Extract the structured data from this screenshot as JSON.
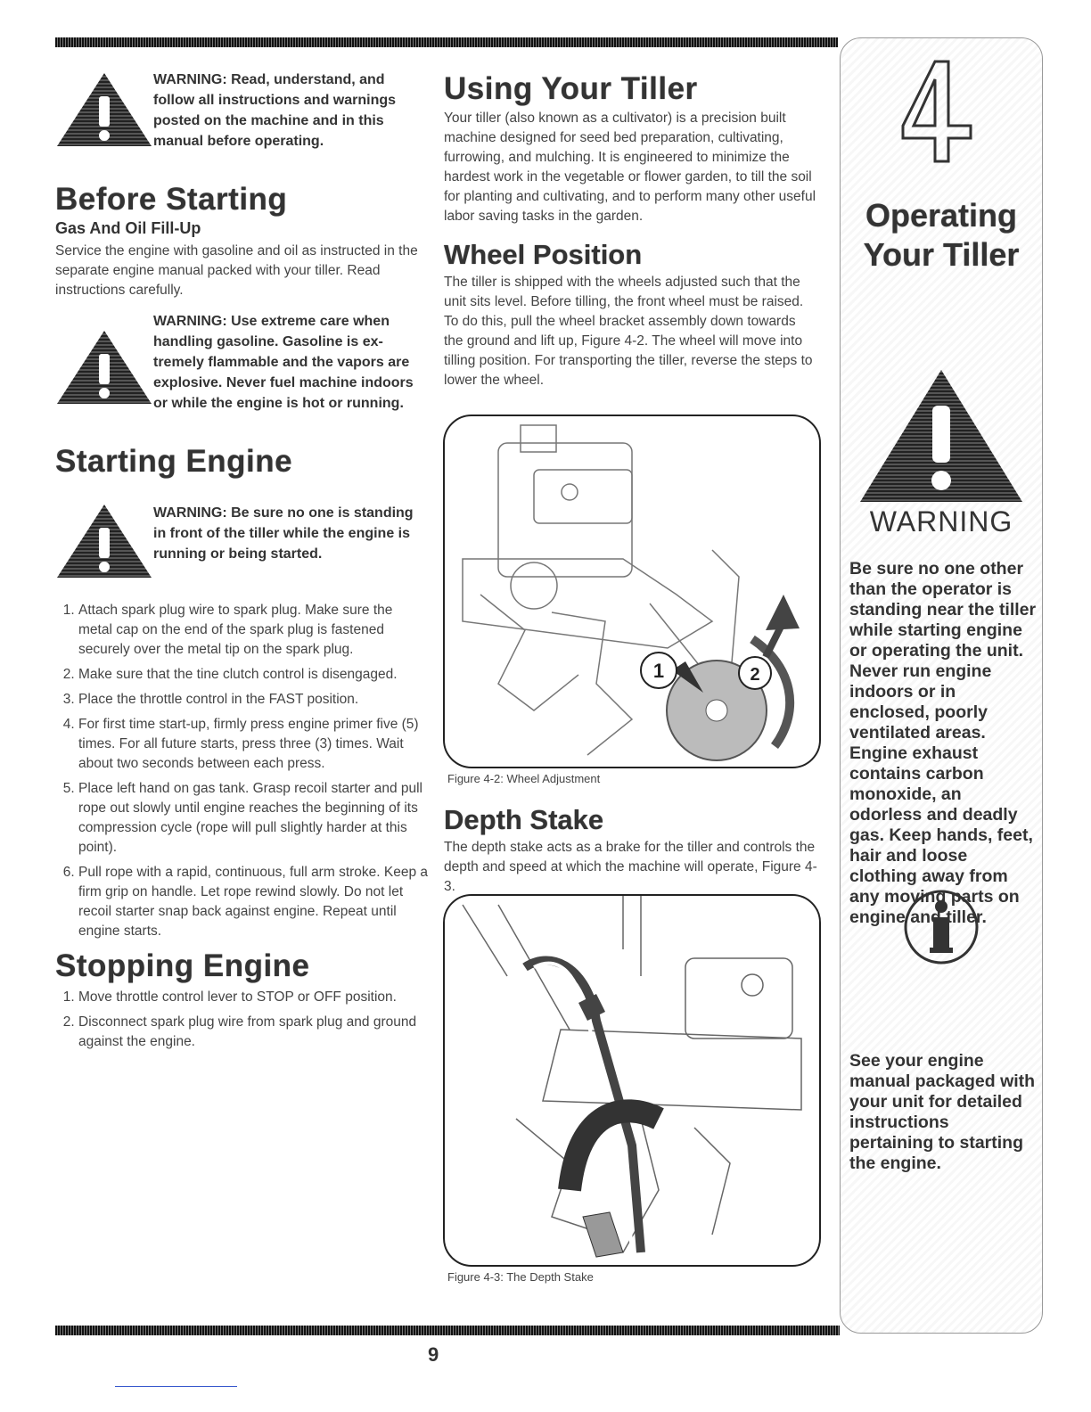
{
  "left": {
    "warning1": "WARNING: Read, understand, and follow all instructions and warnings posted on the machine and in this manual before operating.",
    "before_starting": {
      "heading": "Before Starting",
      "subheading": "Gas And Oil Fill-Up",
      "body": "Service the engine with gasoline and oil as instructed in the separate engine manual packed with your tiller. Read instructions carefully.",
      "warning": "WARNING: Use extreme care when handling gasoline. Gasoline is ex-tremely flammable and the vapors are explosive. Never fuel machine indoors or while the engine is hot or running."
    },
    "starting_engine": {
      "heading": "Starting Engine",
      "warning": "WARNING: Be sure no one is standing in front of the tiller while the engine is running or being started.",
      "steps": [
        "Attach spark plug wire to spark plug. Make sure the metal cap on the end of the spark plug is fastened securely over the metal tip on the spark plug.",
        "Make sure that the tine clutch control is disengaged.",
        "Place the throttle control in the FAST position.",
        "For first time start-up, firmly press engine primer five (5) times. For all future starts, press three (3) times. Wait about two seconds between each press.",
        "Place left hand on gas tank. Grasp recoil starter and pull rope out slowly until engine reaches the beginning of its compression cycle (rope will pull slightly harder at this point).",
        "Pull rope with a rapid, continuous, full arm stroke. Keep a firm grip on handle. Let rope rewind slowly. Do not let recoil starter snap back against engine. Repeat until engine starts."
      ]
    },
    "stopping_engine": {
      "heading": "Stopping Engine",
      "steps": [
        "Move throttle control lever to STOP or OFF position.",
        "Disconnect spark plug wire from spark plug and ground against the engine."
      ]
    }
  },
  "middle": {
    "using": {
      "heading": "Using Your Tiller",
      "body": "Your tiller (also known as a cultivator) is a precision built machine designed for seed bed preparation, cultivating, furrowing, and mulching. It is engineered to minimize the hardest work in the vegetable or flower garden, to till the soil for planting and cultivating, and to perform many other useful labor saving tasks in the garden."
    },
    "wheel": {
      "heading": "Wheel Position",
      "body": "The tiller is shipped with the wheels adjusted such that the unit sits level. Before tilling, the front wheel must be raised. To do this, pull the wheel bracket assembly down towards the ground and lift up, Figure 4-2. The wheel will move into tilling position. For transporting the tiller, reverse the steps to lower the wheel.",
      "caption": "Figure 4-2: Wheel Adjustment",
      "callout1": "1",
      "callout2": "2"
    },
    "depth": {
      "heading": "Depth Stake",
      "body": "The depth stake acts as a brake for the tiller and controls the depth and speed at which the machine will operate, Figure 4-3.",
      "caption": "Figure 4-3: The Depth Stake"
    }
  },
  "sidebar": {
    "chapter_number": "4",
    "title_line1": "Operating",
    "title_line2": "Your Tiller",
    "warning_word": "WARNING",
    "warning_text": "Be sure no one other than the operator is standing near the tiller while starting engine or operating the unit. Never run engine indoors or in enclosed, poorly ventilated areas. Engine exhaust contains carbon monoxide, an odorless and deadly gas. Keep hands, feet, hair and loose clothing away from any moving parts on engine and tiller.",
    "info_text": "See your engine manual packaged with your unit for detailed instructions pertaining to starting the engine."
  },
  "page_number": "9"
}
